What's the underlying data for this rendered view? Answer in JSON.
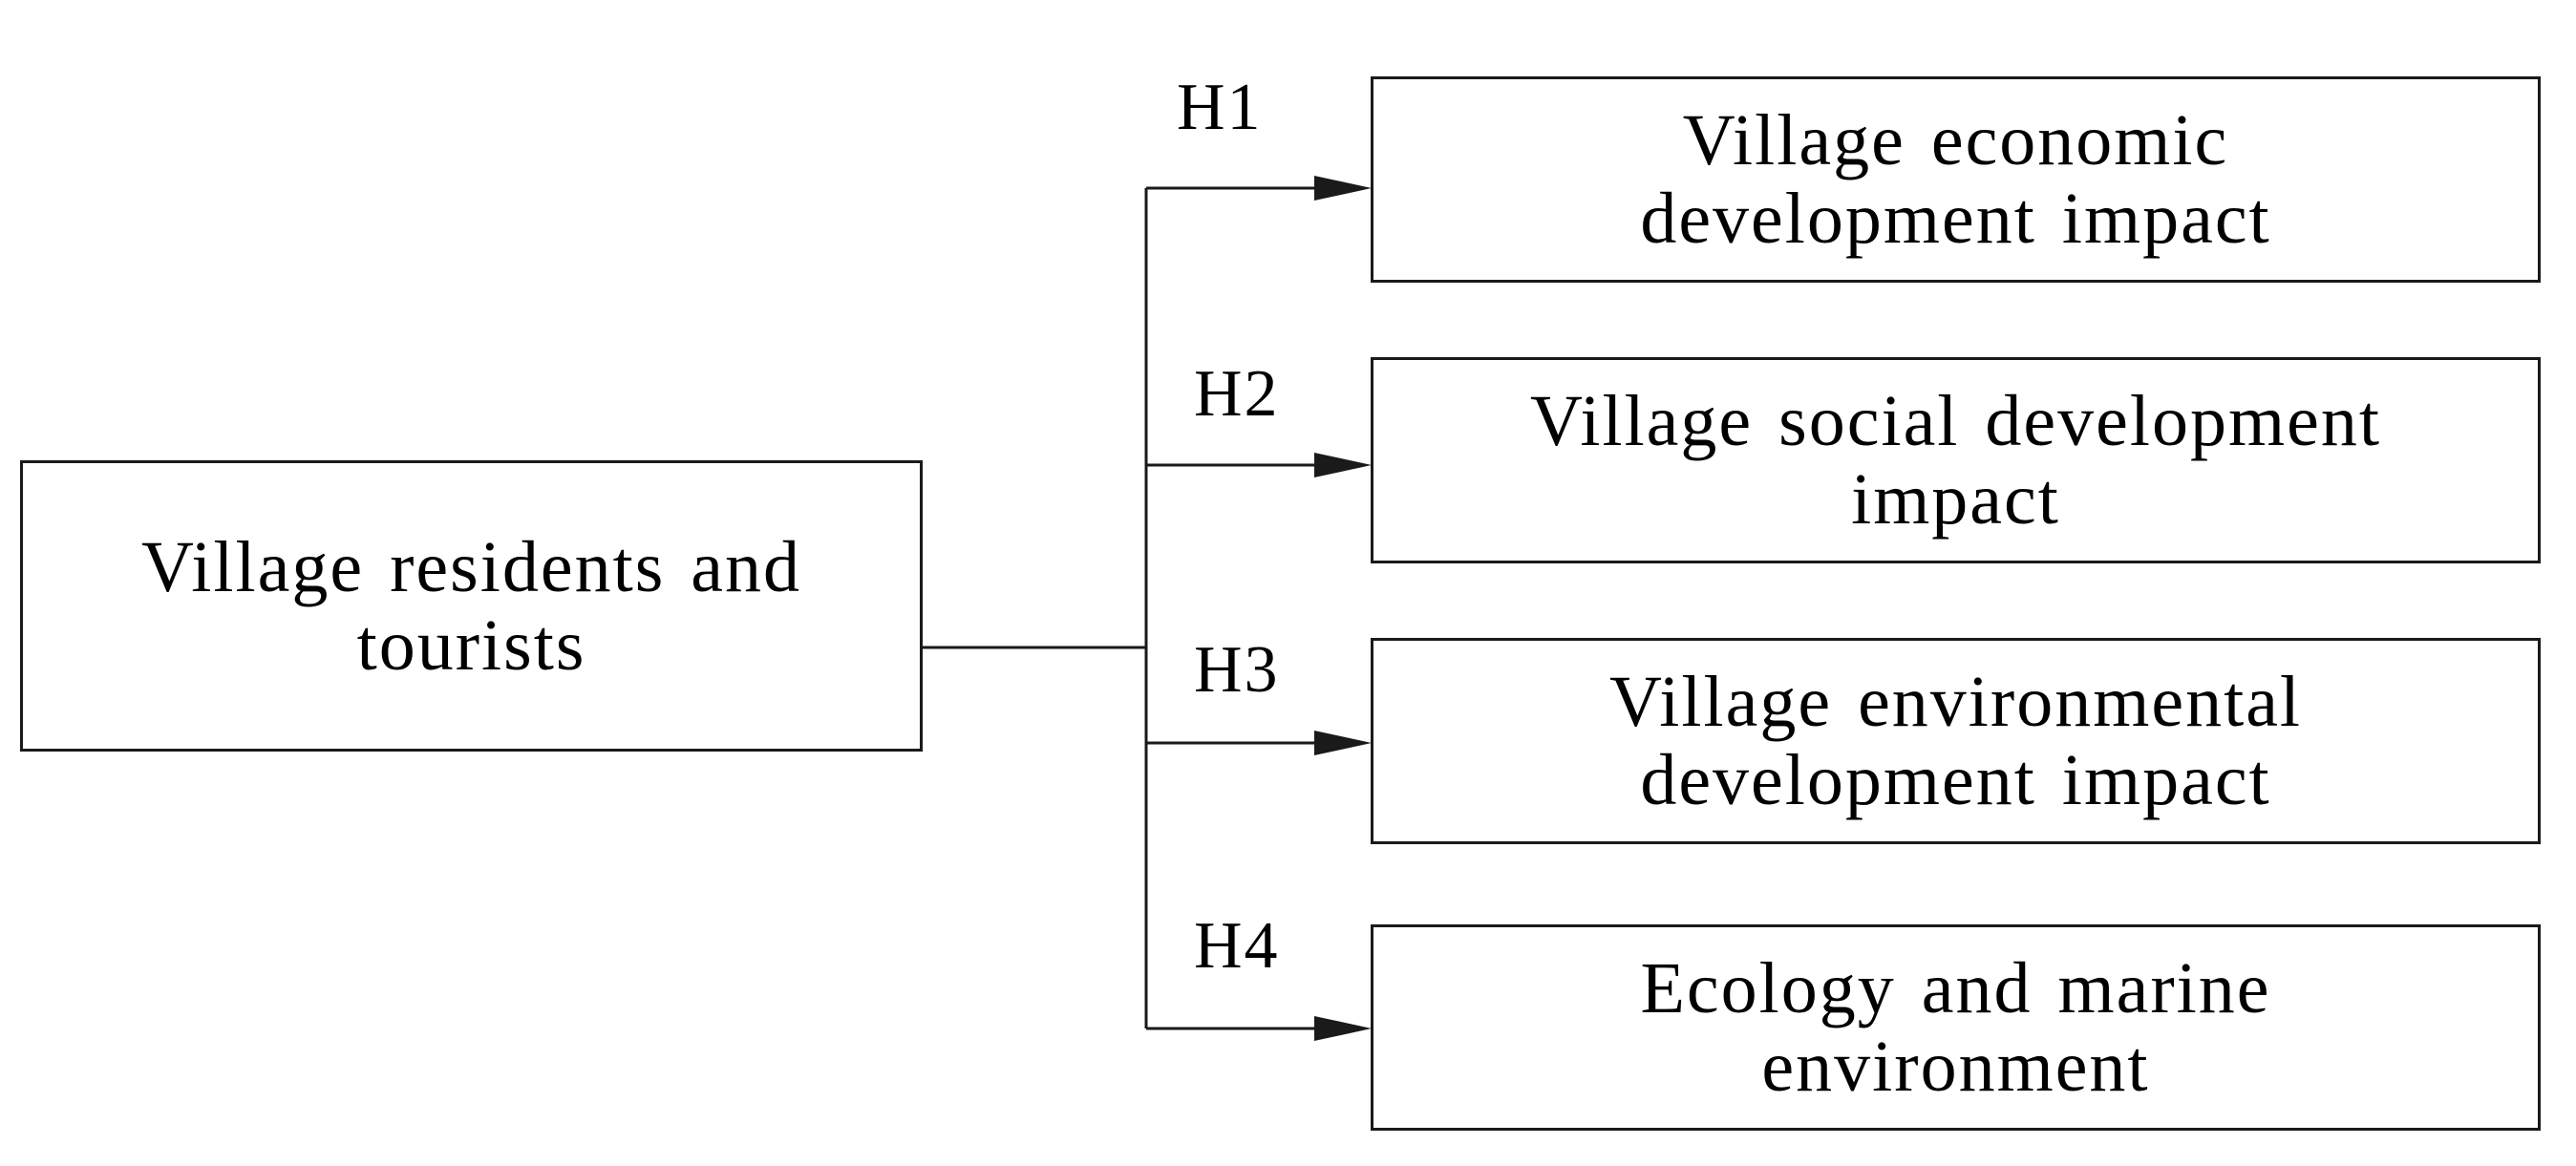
{
  "diagram": {
    "source": {
      "lines": [
        "Village residents and",
        "tourists"
      ]
    },
    "targets": [
      {
        "hypothesis": "H1",
        "lines": [
          "Village economic",
          "development impact"
        ]
      },
      {
        "hypothesis": "H2",
        "lines": [
          "Village social development",
          "impact"
        ]
      },
      {
        "hypothesis": "H3",
        "lines": [
          "Village environmental",
          "development impact"
        ]
      },
      {
        "hypothesis": "H4",
        "lines": [
          "Ecology and marine",
          "environment"
        ]
      }
    ],
    "colors": {
      "stroke": "#1a1a1a",
      "background": "#ffffff",
      "text": "#000000"
    }
  }
}
